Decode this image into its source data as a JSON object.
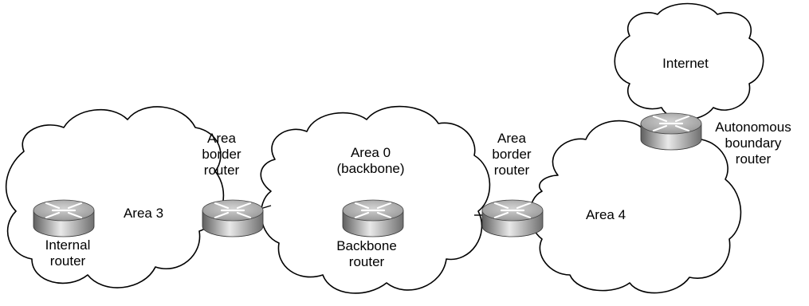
{
  "colors": {
    "line": "#000000",
    "cloud_fill": "#ffffff",
    "router_body_light": "#e9e9e9",
    "router_body_dark": "#6f6f6f",
    "router_top": "#a9a9a9",
    "router_arrow": "#ffffff"
  },
  "clouds": [
    {
      "name": "area-3-cloud",
      "label": "Area 3"
    },
    {
      "name": "area-0-cloud",
      "label": "Area 0\n(backbone)"
    },
    {
      "name": "area-4-cloud",
      "label": "Area 4"
    },
    {
      "name": "internet-cloud",
      "label": "Internet"
    }
  ],
  "routers": [
    {
      "name": "internal-router",
      "label": "Internal\nrouter"
    },
    {
      "name": "area-border-router-left",
      "label": "Area\nborder\nrouter"
    },
    {
      "name": "backbone-router",
      "label": "Backbone\nrouter"
    },
    {
      "name": "area-border-router-right",
      "label": "Area\nborder\nrouter"
    },
    {
      "name": "autonomous-boundary-router",
      "label": "Autonomous\nboundary\nrouter"
    }
  ],
  "icons": {
    "router": "router-icon",
    "cloud": "cloud-icon"
  }
}
